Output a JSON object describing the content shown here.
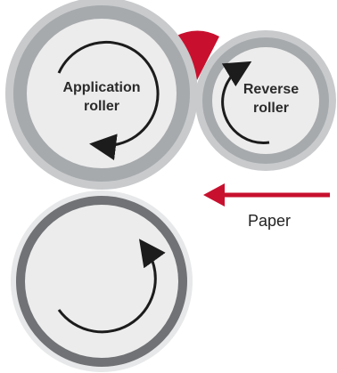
{
  "diagram": {
    "application_roller": {
      "line1": "Application",
      "line2": "roller"
    },
    "reverse_roller": {
      "line1": "Reverse",
      "line2": "roller"
    },
    "paper_label": "Paper",
    "colors": {
      "roller_outer": "#c8cacc",
      "roller_mid": "#a7aaad",
      "roller_core": "#ececec",
      "roller_dark": "#707275",
      "accent_red": "#c8102e",
      "arrow_black": "#1c1c1c"
    },
    "icons": [
      "rotation-arrow-icon",
      "paper-direction-arrow-icon"
    ]
  }
}
